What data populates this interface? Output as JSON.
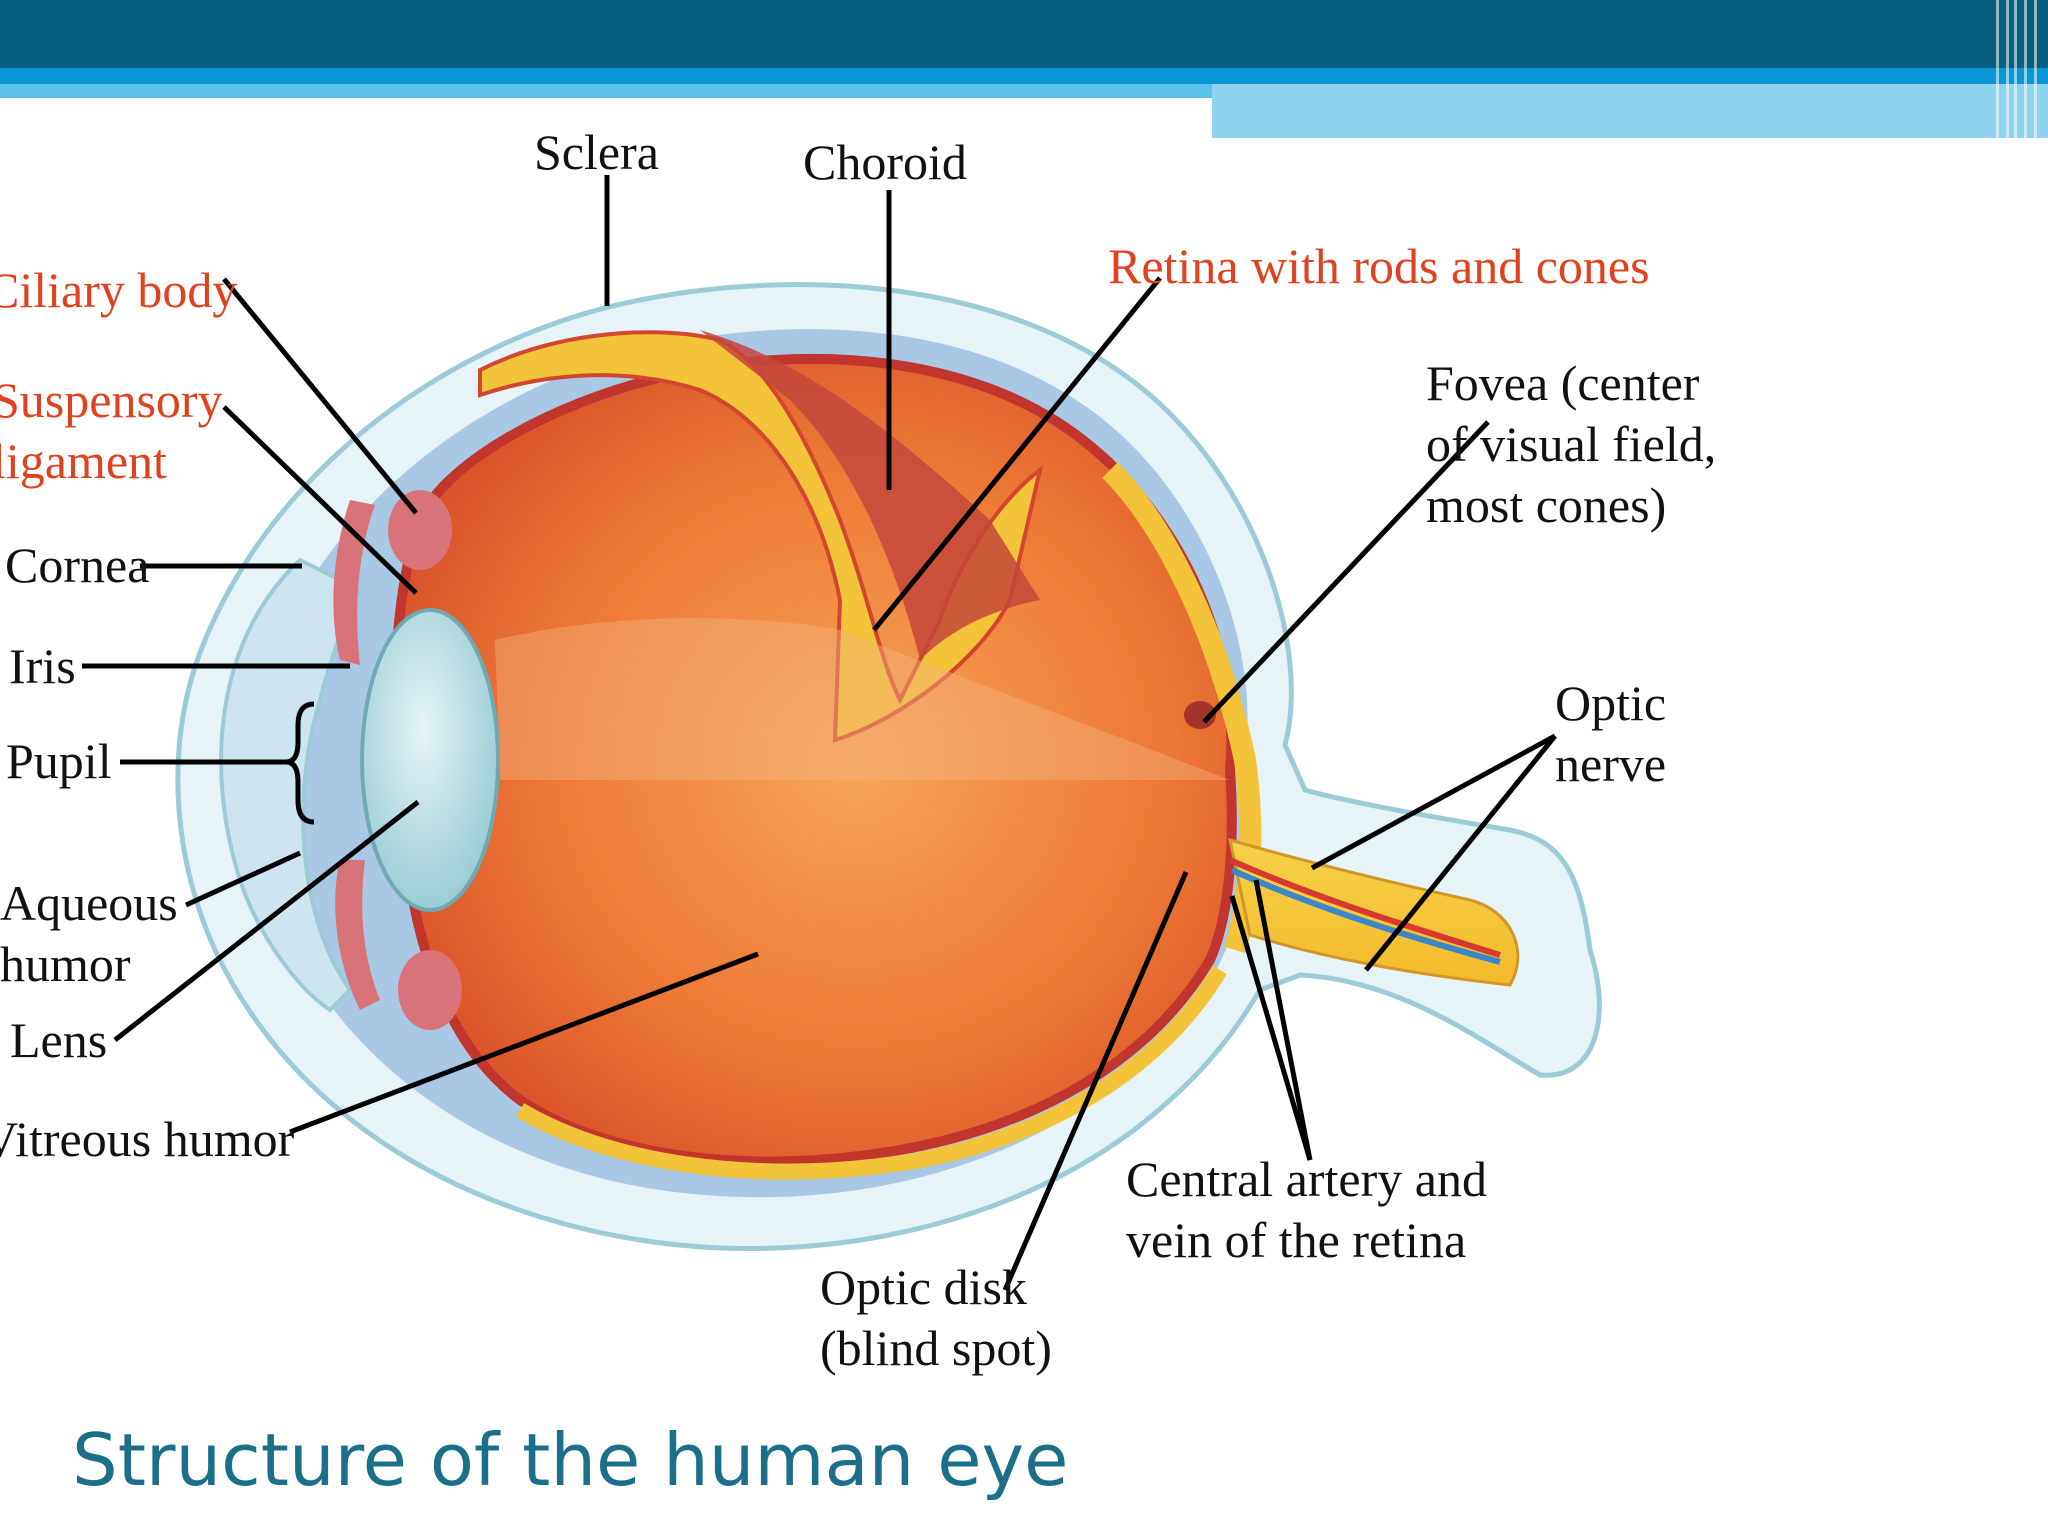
{
  "slide": {
    "title": "Structure of the human eye"
  },
  "colors": {
    "header": "#05607d",
    "accent": "#0a96d4",
    "label_highlight": "#e0411e",
    "label_default": "#111111",
    "title": "#1b6f8a"
  },
  "labels": {
    "sclera": "Sclera",
    "choroid": "Choroid",
    "retina": "Retina with rods and cones",
    "ciliary_body": "Ciliary body",
    "suspensory_ligament": "Suspensory\nligament",
    "cornea": "Cornea",
    "iris": "Iris",
    "pupil": "Pupil",
    "aqueous_humor": "Aqueous\nhumor",
    "lens": "Lens",
    "vitreous_humor": "Vitreous humor",
    "fovea": "Fovea (center\nof visual field,\nmost cones)",
    "optic_nerve": "Optic\nnerve",
    "central_artery": "Central artery and\nvein of the retina",
    "optic_disk": "Optic disk\n(blind spot)"
  }
}
